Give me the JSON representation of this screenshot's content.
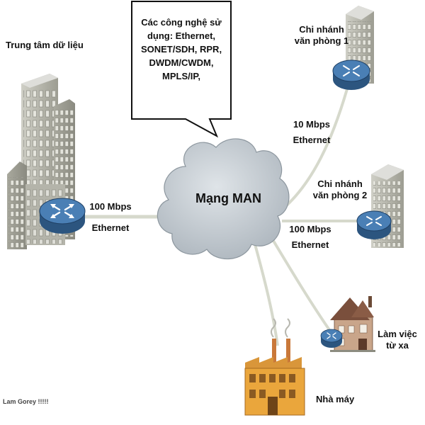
{
  "nodes": {
    "datacenter": "Trung tâm dữ liệu",
    "branch1": [
      "Chi nhánh",
      "văn phòng 1"
    ],
    "branch2": [
      "Chi nhánh",
      "văn phòng 2"
    ],
    "remote": [
      "Làm việc",
      "từ xa"
    ],
    "factory": "Nhà máy",
    "cloud": "Mạng MAN"
  },
  "links": {
    "datacenter": [
      "100 Mbps",
      "Ethernet"
    ],
    "branch1": [
      "10 Mbps",
      "Ethernet"
    ],
    "branch2": [
      "100 Mbps",
      "Ethernet"
    ]
  },
  "callout": [
    "Các công nghệ sử",
    "dụng: Ethernet,",
    "SONET/SDH, RPR,",
    "DWDM/CWDM,",
    "MPLS/IP,"
  ],
  "watermark": "Lam Gorey !!!!!",
  "colors": {
    "router": "#3f6fa3",
    "cloud": "#c4ccd3",
    "link": "#d9dcd0",
    "building": "#b7b7ad",
    "factory": "#e8a83c"
  },
  "icons": [
    "router-icon",
    "office-building-icon",
    "house-icon",
    "factory-icon",
    "cloud-icon",
    "speech-bubble-icon"
  ]
}
